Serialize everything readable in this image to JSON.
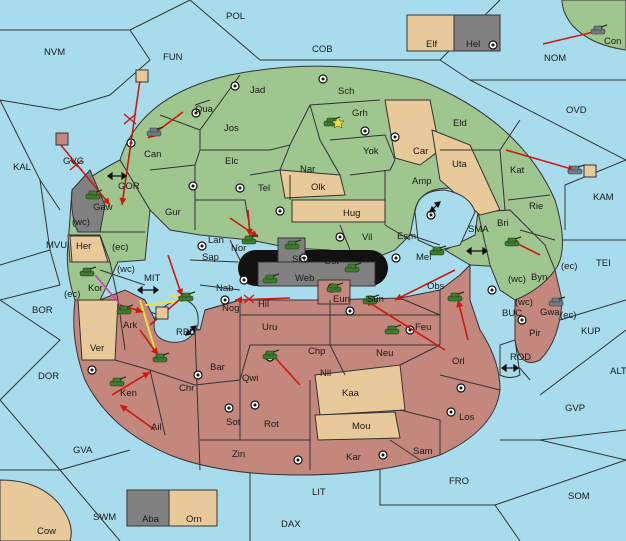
{
  "colors": {
    "sea": "#a8dcec",
    "green_power": "#9fc68f",
    "red_power": "#c4877e",
    "tan_neutral": "#e8c99a",
    "gray_power": "#808080",
    "order_arrow": "#cc1a10",
    "support_line": "#f2e230",
    "convoy_line": "#d040b0"
  },
  "legend_boxes": {
    "top": [
      "Elf",
      "Hel"
    ],
    "bottom": [
      "Aba",
      "Orn"
    ]
  },
  "sea_labels": [
    "POL",
    "NVM",
    "FUN",
    "COB",
    "NOM",
    "OVD",
    "KAL",
    "GVG",
    "GOR",
    "KAM",
    "MVU",
    "SMA",
    "TEI",
    "BOR",
    "MIT",
    "BUC",
    "KUP",
    "RBU",
    "DOR",
    "ROD",
    "ALT",
    "GVP",
    "GVA",
    "LIT",
    "FRO",
    "SOM",
    "SWM",
    "DAX",
    "Cow",
    "Con"
  ],
  "green_labels": [
    "Jad",
    "Sch",
    "Qua",
    "Jos",
    "Grh",
    "Eld",
    "Can",
    "Yok",
    "Elc",
    "Nar",
    "Tel",
    "Olk",
    "Amp",
    "Kat",
    "Gur",
    "Lan",
    "Hug",
    "Rie",
    "Bri",
    "Vil",
    "Esm",
    "Nor",
    "Sap",
    "Skr",
    "Mel",
    "Ost",
    "Web",
    "Byn",
    "Gaw",
    "Her",
    "Kor"
  ],
  "red_labels": [
    "Obs",
    "Nab",
    "Hil",
    "Eun",
    "Sun",
    "Nog",
    "Uru",
    "Feu",
    "Ark",
    "Chp",
    "Neu",
    "Orl",
    "Bar",
    "Qwi",
    "Nil",
    "Ver",
    "Chr",
    "Kaa",
    "Ken",
    "Sot",
    "Rot",
    "Mou",
    "Los",
    "Ail",
    "Zin",
    "Kar",
    "Sam",
    "Pir",
    "Gwa"
  ],
  "tan_labels": [
    "Car",
    "Uta"
  ],
  "coast_labels": [
    "(wc)",
    "(ec)",
    "(wc)",
    "(ec)",
    "(wc)",
    "(ec)",
    "(wc)",
    "(ec)"
  ]
}
